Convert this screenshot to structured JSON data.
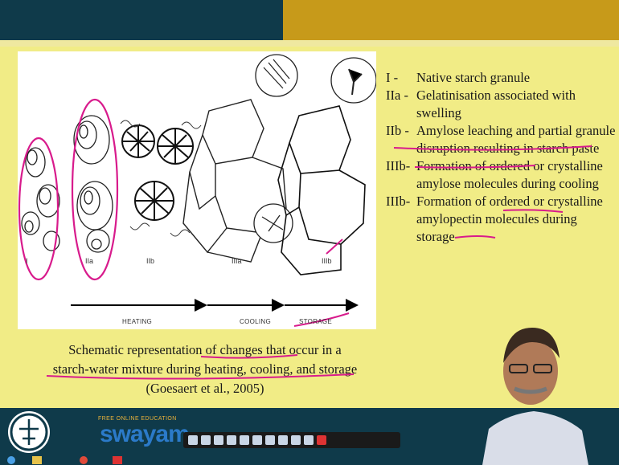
{
  "figure": {
    "stage_labels": [
      "I",
      "IIa",
      "IIb",
      "IIIa",
      "IIIb"
    ],
    "arrow_labels": [
      "HEATING",
      "COOLING",
      "STORAGE"
    ]
  },
  "legend": [
    {
      "key": "I -",
      "text": "Native starch granule"
    },
    {
      "key": "IIa -",
      "text": "Gelatinisation associated with swelling"
    },
    {
      "key": "IIb -",
      "text": "Amylose leaching and partial granule disruption resulting in starch paste"
    },
    {
      "key": "IIIb-",
      "text": "Formation of ordered or crystalline amylose molecules during cooling"
    },
    {
      "key": "IIIb-",
      "text": "Formation of ordered or crystalline amylopectin molecules during storage"
    }
  ],
  "caption": {
    "line1": "Schematic representation of changes that occur in a",
    "line2": "starch-water mixture during heating, cooling, and storage",
    "line3": "(Goesaert et al., 2005)"
  },
  "branding": {
    "swayam_tagline": "FREE ONLINE EDUCATION",
    "swayam_word": "swayam"
  },
  "colors": {
    "slide_bg": "#f1ec86",
    "header_dark": "#0f3a4a",
    "header_gold": "#c79a1a",
    "annotation": "#d81b8c"
  }
}
